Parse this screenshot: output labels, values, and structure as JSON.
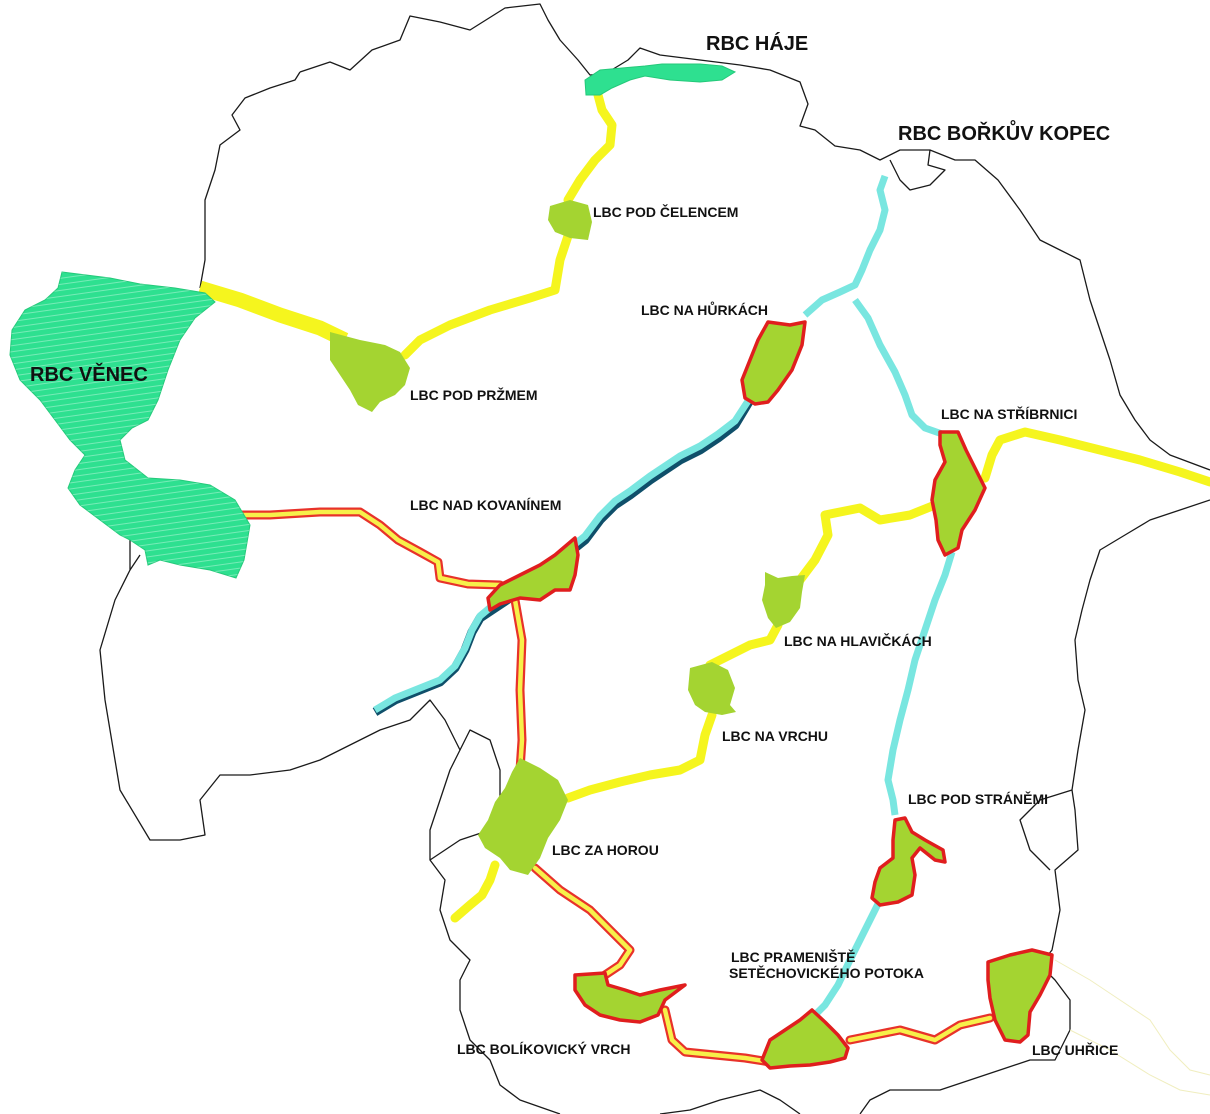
{
  "labels": {
    "rbc_haje": "RBC HÁJE",
    "rbc_borkuv_kopec": "RBC BOŘKŮV KOPEC",
    "rbc_venec": "RBC VĚNEC",
    "lbc_pod_celencem": "LBC POD ČELENCEM",
    "lbc_na_hurkach": "LBC NA HŮRKÁCH",
    "lbc_pod_przmem": "LBC POD PRŽMEM",
    "lbc_na_stribrnici": "LBC NA STŘÍBRNICI",
    "lbc_nad_kovaninem": "LBC NAD KOVANÍNEM",
    "lbc_na_hlavickach": "LBC NA HLAVIČKÁCH",
    "lbc_na_vrchu": "LBC NA VRCHU",
    "lbc_pod_stranemi": "LBC POD STRÁNĚMI",
    "lbc_za_horou": "LBC ZA HOROU",
    "lbc_prameniste_line1": "LBC PRAMENIŠTĚ",
    "lbc_prameniste_line2": "SETĚCHOVICKÉHO POTOKA",
    "lbc_bolikovicky_vrch": "LBC BOLÍKOVICKÝ VRCH",
    "lbc_uhrice": "LBC UHŘICE"
  },
  "colors": {
    "regional_biocentre": "#2ee090",
    "local_biocentre": "#a4d431",
    "local_biocentre_outline": "#e01e1e",
    "corridor_yellow": "#f5f51e",
    "water_corridor": "#79e6e0",
    "boundary": "#1a1a1a"
  }
}
